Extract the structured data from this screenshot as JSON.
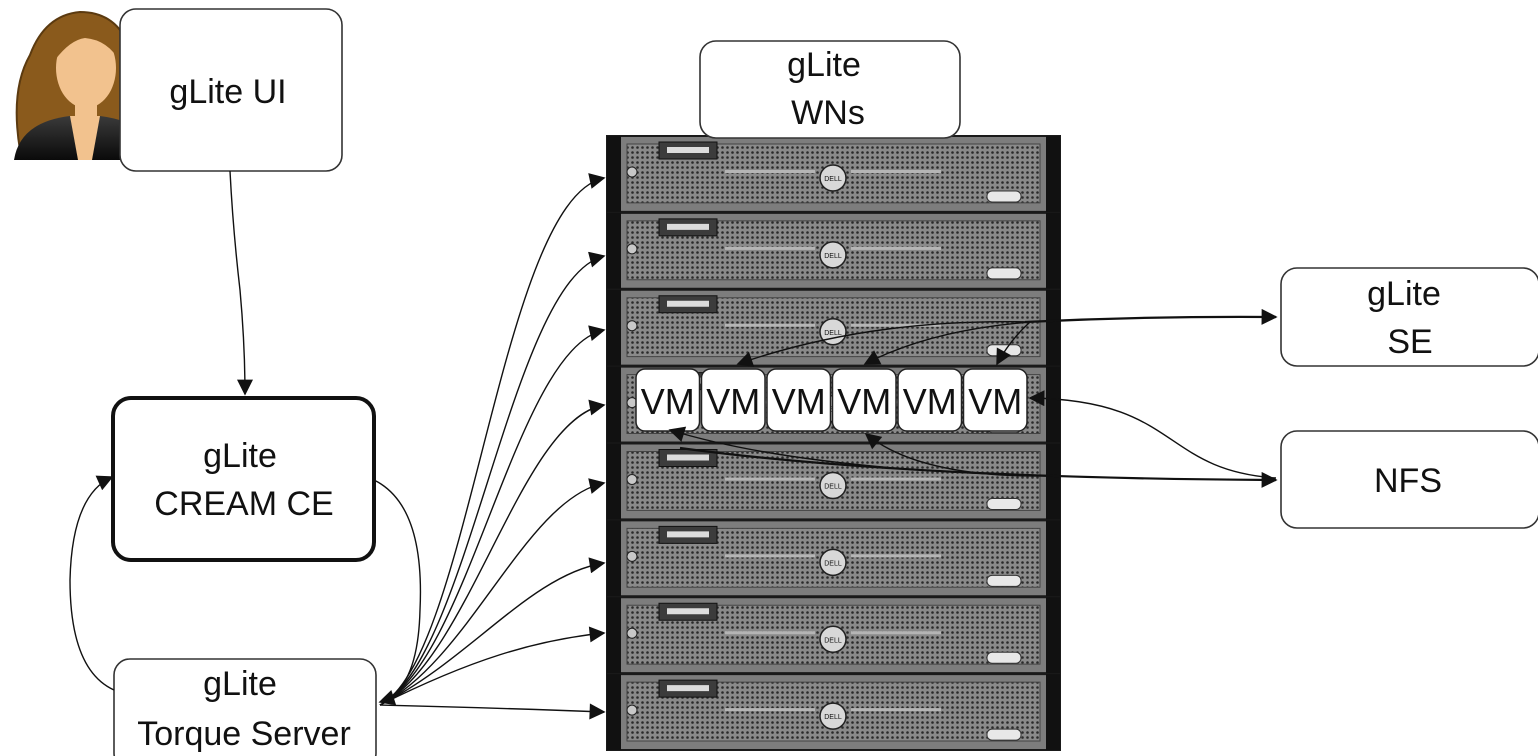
{
  "nodes": {
    "ui": [
      "gLite UI"
    ],
    "wns": [
      "gLite",
      "WNs"
    ],
    "cream_ce": [
      "gLite",
      "CREAM CE"
    ],
    "torque_server": [
      "gLite",
      "Torque Server"
    ],
    "se": [
      "gLite",
      "SE"
    ],
    "nfs": [
      "NFS"
    ]
  },
  "vms": [
    "VM",
    "VM",
    "VM",
    "VM",
    "VM",
    "VM"
  ],
  "server_units": 8,
  "server_brand": "DELL",
  "colors": {
    "server_face": "#7d7d7d",
    "server_edge": "#1a1a1a",
    "hair": "#8a5a1c",
    "skin": "#f2c28e",
    "suit": "#141414"
  }
}
